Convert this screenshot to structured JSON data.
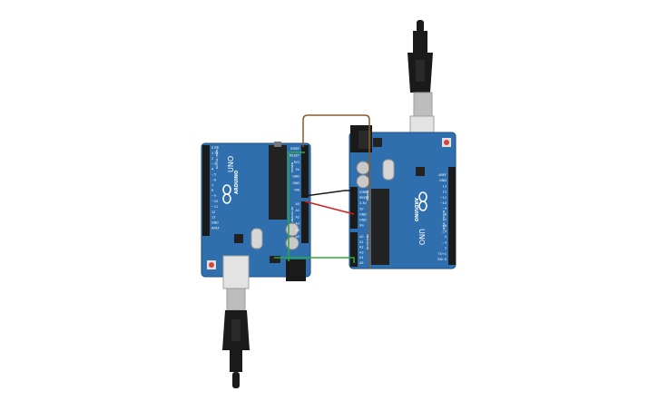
{
  "colors": {
    "board": "#2f6fae",
    "board_edge": "#1e4f82",
    "header": "#1b1b1b",
    "chip": "#222222",
    "silk": "#ffffff",
    "usb_metal": "#d6d6d6",
    "cable": "#1a1a1a",
    "wire_brown": "#8a5a2b",
    "wire_black": "#1a1a1a",
    "wire_red": "#d62020",
    "wire_green": "#2fa83a",
    "reset": "#d9443a"
  },
  "left_board": {
    "brand": "ARDUINO",
    "model": "UNO",
    "digital_label": "DIGITAL (PWM~)",
    "pins_digital": [
      "0 RX",
      "1 TX",
      "2",
      "~3",
      "4",
      "~5",
      "~6",
      "7",
      "8",
      "~9",
      "~10",
      "~11",
      "12",
      "13",
      "GND",
      "AREF"
    ],
    "label_power": "POWER",
    "pins_power": [
      "IOREF",
      "RESET",
      "3V3",
      "5V",
      "GND",
      "GND",
      "VIN"
    ],
    "label_analog": "ANALOG IN",
    "pins_analog": [
      "A0",
      "A1",
      "A2",
      "A3",
      "A4",
      "A5"
    ],
    "icon": "arduino-infinity-icon"
  },
  "right_board": {
    "brand": "ARDUINO",
    "model": "UNO",
    "digital_label": "DIGITAL (PWM~)",
    "pins_digital": [
      "AREF",
      "GND",
      "13",
      "12",
      "~11",
      "~10",
      "~9",
      "8",
      "7",
      "~6",
      "~5",
      "4",
      "~3",
      "2",
      "TX→1",
      "RX←0"
    ],
    "label_power": "POWER",
    "pins_power": [
      "IOREF",
      "RESET",
      "3.3V",
      "5V",
      "GND",
      "GND",
      "Vin"
    ],
    "label_analog": "ANALOG IN",
    "pins_analog": [
      "A0",
      "A1",
      "A2",
      "A3",
      "A4",
      "A5"
    ],
    "icon": "arduino-infinity-icon"
  },
  "wires": [
    {
      "name": "brown-wire",
      "color": "brown"
    },
    {
      "name": "green-wire-top",
      "color": "green"
    },
    {
      "name": "black-wire",
      "color": "black"
    },
    {
      "name": "red-wire",
      "color": "red"
    },
    {
      "name": "green-wire-bottom",
      "color": "green"
    }
  ]
}
